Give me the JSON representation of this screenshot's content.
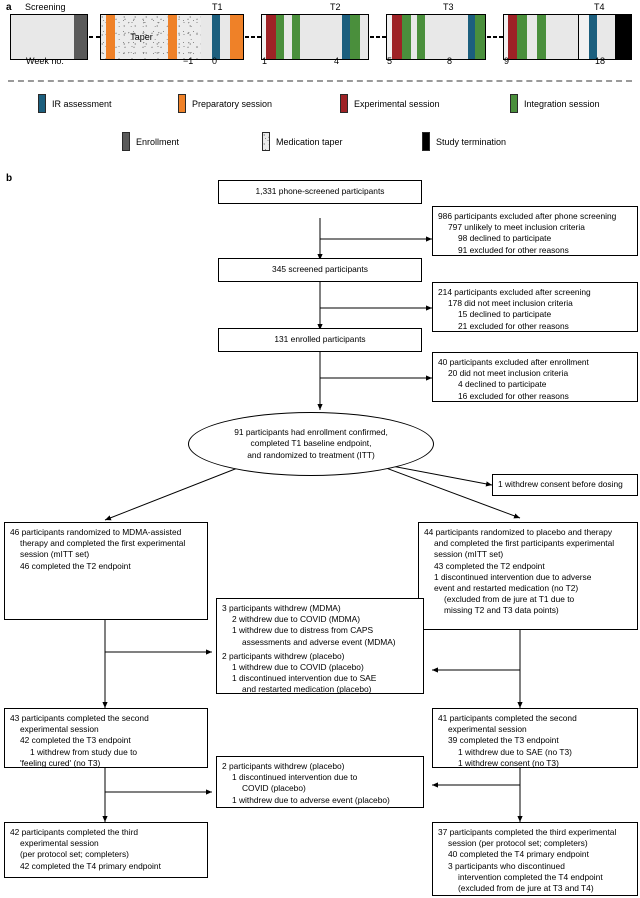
{
  "panels": {
    "a_label": "a",
    "b_label": "b"
  },
  "timeline": {
    "screening_label": "Screening",
    "week_axis_label": "Week no.",
    "taper_label": "Taper",
    "timepoints": [
      "T1",
      "T2",
      "T3",
      "T4"
    ],
    "week_ticks": [
      "−1",
      "0",
      "1",
      "4",
      "5",
      "8",
      "9",
      "18"
    ],
    "colors": {
      "ir_assessment": "#1c5f7e",
      "preparatory_session": "#ef8128",
      "experimental_session": "#9e2226",
      "integration_session": "#4a8f3c",
      "enrollment": "#5a5a5a",
      "medication_taper": "#ececec",
      "study_termination": "#000000",
      "neutral_block": "#e8e8e8"
    }
  },
  "legend": {
    "row1": [
      {
        "name": "ir-assessment",
        "label": "IR assessment",
        "color": "#1c5f7e"
      },
      {
        "name": "preparatory-session",
        "label": "Preparatory session",
        "color": "#ef8128"
      },
      {
        "name": "experimental-session",
        "label": "Experimental session",
        "color": "#9e2226"
      },
      {
        "name": "integration-session",
        "label": "Integration session",
        "color": "#4a8f3c"
      }
    ],
    "row2": [
      {
        "name": "enrollment",
        "label": "Enrollment",
        "color": "#5a5a5a"
      },
      {
        "name": "medication-taper",
        "label": "Medication taper",
        "color": "#ececec"
      },
      {
        "name": "study-termination",
        "label": "Study termination",
        "color": "#000000"
      }
    ]
  },
  "flow": {
    "phone_screened": {
      "text": "1,331 phone-screened participants"
    },
    "excluded_phone": {
      "lines": [
        "986 participants excluded after phone screening",
        "797 unlikely to meet inclusion criteria",
        "98 declined to participate",
        "91 excluded for other reasons"
      ]
    },
    "screened": {
      "text": "345 screened participants"
    },
    "excluded_screening": {
      "lines": [
        "214 participants excluded after screening",
        "178 did not meet inclusion criteria",
        "15 declined to participate",
        "21 excluded for other reasons"
      ]
    },
    "enrolled": {
      "text": "131 enrolled participants"
    },
    "excluded_enrollment": {
      "lines": [
        "40 participants excluded after enrollment",
        "20 did not meet inclusion criteria",
        "4 declined to participate",
        "16 excluded for other reasons"
      ]
    },
    "randomized_oval": {
      "lines": [
        "91 participants had enrollment confirmed,",
        "completed T1 baseline endpoint,",
        "and randomized to treatment (ITT)"
      ]
    },
    "withdrew_consent": {
      "text": "1 withdrew consent before dosing"
    },
    "mdma_arm": {
      "lines": [
        "46 participants randomized to MDMA-assisted",
        "therapy and completed the first experimental",
        "session (mITT set)",
        "46 completed the T2 endpoint"
      ]
    },
    "placebo_arm": {
      "lines": [
        "44 participants randomized to placebo and therapy",
        "and completed the first participants experimental",
        "session (mITT set)",
        "43 completed the T2 endpoint",
        "1 discontinued intervention due to adverse",
        "event and restarted medication (no T2)",
        "(excluded from de jure at T1 due to",
        "missing T2 and T3 data points)"
      ]
    },
    "withdrawals_1": {
      "lines": [
        "3 participants withdrew (MDMA)",
        "2 withdrew due to COVID (MDMA)",
        "1 withdrew due to distress from CAPS",
        "assessments and adverse event (MDMA)",
        "2 participants withdrew (placebo)",
        "1 withdrew due to COVID (placebo)",
        "1 discontinued intervention due to SAE",
        "and restarted medication (placebo)"
      ]
    },
    "mdma_second": {
      "lines": [
        "43 participants completed the second",
        "experimental session",
        "42 completed the T3 endpoint",
        "1 withdrew from study due to",
        "'feeling cured' (no T3)"
      ]
    },
    "placebo_second": {
      "lines": [
        "41 participants completed the second",
        "experimental session",
        "39 completed the T3 endpoint",
        "1 withdrew due to SAE (no T3)",
        "1 withdrew consent (no T3)"
      ]
    },
    "withdrawals_2": {
      "lines": [
        "2 participants withdrew (placebo)",
        "1 discontinued intervention due to",
        "COVID (placebo)",
        "1 withdrew due to adverse event (placebo)"
      ]
    },
    "mdma_third": {
      "lines": [
        "42 participants completed the third",
        "experimental session",
        "(per protocol set; completers)",
        "42 completed the T4 primary endpoint"
      ]
    },
    "placebo_third": {
      "lines": [
        "37 participants completed the third experimental",
        "session (per protocol set; completers)",
        "40 completed the T4 primary endpoint",
        "3 participants who discontinued",
        "intervention completed the T4 endpoint",
        "(excluded from de jure at T3 and T4)"
      ]
    }
  }
}
